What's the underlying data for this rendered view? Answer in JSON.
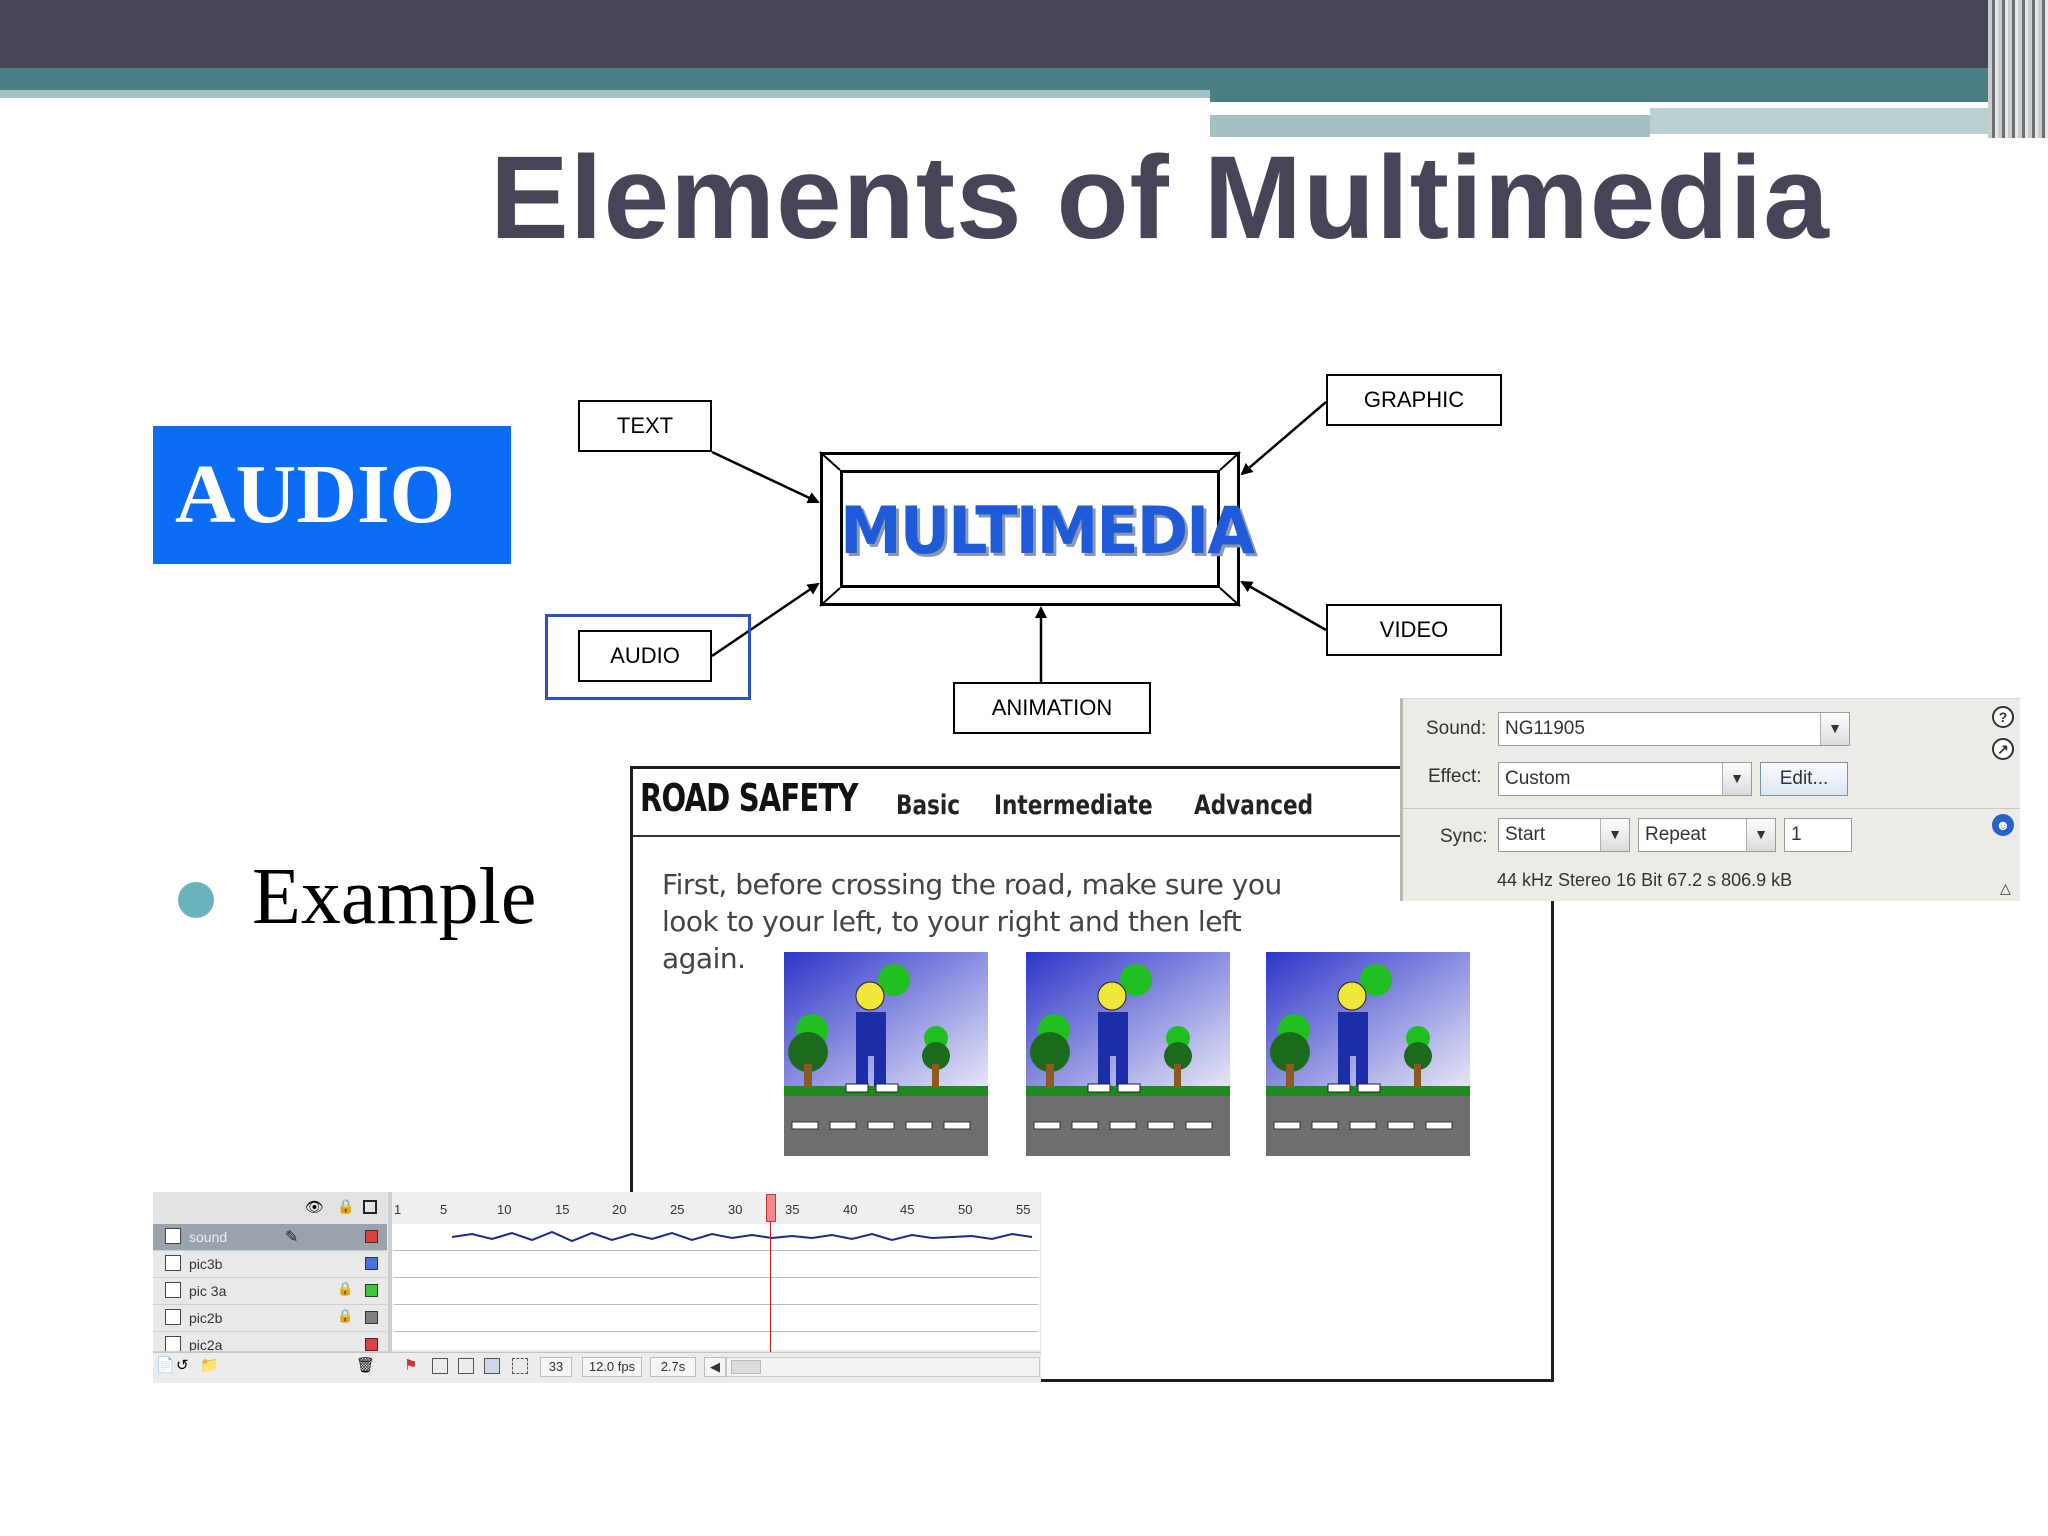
{
  "slide": {
    "title": "Elements of Multimedia",
    "badge": "AUDIO",
    "bullet": "Example"
  },
  "diagram": {
    "center": "MULTIMEDIA",
    "nodes": {
      "text": "TEXT",
      "graphic": "GRAPHIC",
      "audio": "AUDIO",
      "video": "VIDEO",
      "animation": "ANIMATION"
    }
  },
  "road_safety": {
    "title": "ROAD SAFETY",
    "tabs": [
      "Basic",
      "Intermediate",
      "Advanced"
    ],
    "body": "First, before crossing the road, make sure you look to your left, to your right and then left again."
  },
  "sound_panel": {
    "sound_label": "Sound:",
    "sound_value": "NG11905",
    "effect_label": "Effect:",
    "effect_value": "Custom",
    "edit_label": "Edit...",
    "sync_label": "Sync:",
    "sync_value": "Start",
    "repeat_value": "Repeat",
    "repeat_count": "1",
    "info": "44 kHz Stereo 16 Bit 67.2 s 806.9 kB"
  },
  "timeline": {
    "ticks": [
      "1",
      "5",
      "10",
      "15",
      "20",
      "25",
      "30",
      "35",
      "40",
      "45",
      "50",
      "55"
    ],
    "layers": [
      {
        "name": "sound",
        "color": "#e04040"
      },
      {
        "name": "pic3b",
        "color": "#4a6fe0"
      },
      {
        "name": "pic 3a",
        "color": "#3cc83c"
      },
      {
        "name": "pic2b",
        "color": "#808080"
      },
      {
        "name": "pic2a",
        "color": "#e04040"
      }
    ],
    "current_frame": "33",
    "fps": "12.0 fps",
    "time": "2.7s"
  },
  "colors": {
    "header_dark": "#454557",
    "header_teal": "#4a7e84",
    "badge_blue": "#0b6cf5",
    "bullet_teal": "#69b3bd",
    "multimedia_blue": "#1f5bd8"
  }
}
